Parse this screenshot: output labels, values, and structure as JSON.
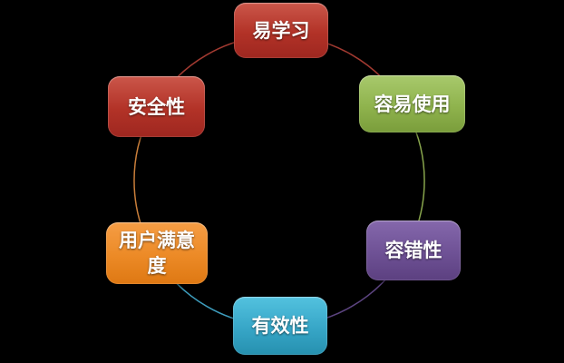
{
  "canvas": {
    "background": "#000000"
  },
  "diagram": {
    "type": "cycle-diagram",
    "nodes": [
      {
        "label": "易学习",
        "fill_top": "#cb574a",
        "fill_mid": "#b23227",
        "fill_bottom": "#9e2720",
        "arc_color": "#a23a31"
      },
      {
        "label": "容易使用",
        "fill_top": "#a8c96c",
        "fill_mid": "#8fb34d",
        "fill_bottom": "#7a9d3b",
        "arc_color": "#87a44c"
      },
      {
        "label": "容错性",
        "fill_top": "#8568ac",
        "fill_mid": "#6e5195",
        "fill_bottom": "#5c4080",
        "arc_color": "#5c4480"
      },
      {
        "label": "有效性",
        "fill_top": "#53c2df",
        "fill_mid": "#37a6c7",
        "fill_bottom": "#2690af",
        "arc_color": "#3d9cbc"
      },
      {
        "label": "用户满意度",
        "fill_top": "#f59d45",
        "fill_mid": "#ec8a26",
        "fill_bottom": "#de7813",
        "arc_color": "#c97e3a"
      },
      {
        "label": "安全性",
        "fill_top": "#cb574a",
        "fill_mid": "#b23227",
        "fill_bottom": "#9e2720",
        "arc_color": "#a23a31"
      }
    ]
  }
}
